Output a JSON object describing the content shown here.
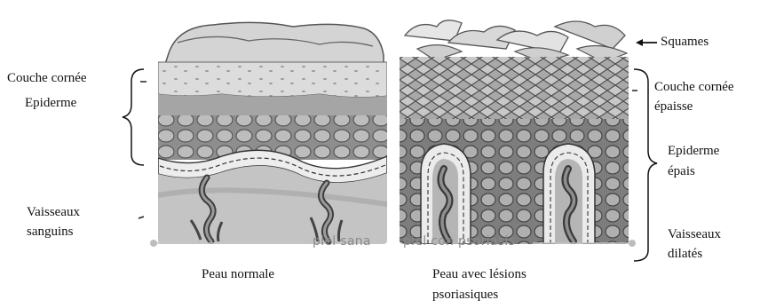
{
  "panels": {
    "normal": {
      "caption": "piel sana",
      "title_line1": "Peau normale"
    },
    "psoriasis": {
      "caption": "piel con psoriasis",
      "title_line1": "Peau avec lésions",
      "title_line2": "psoriasiques"
    }
  },
  "left_labels": {
    "couche_cornee": "Couche cornée",
    "epiderme": "Epiderme",
    "vaisseaux_line1": "Vaisseaux",
    "vaisseaux_line2": "sanguins"
  },
  "right_labels": {
    "squames": "Squames",
    "couche_epaisse_line1": "Couche cornée",
    "couche_epaisse_line2": "épaisse",
    "epiderme_epais_line1": "Epiderme",
    "epiderme_epais_line2": "épais",
    "vaisseaux_dilates_line1": "Vaisseaux",
    "vaisseaux_dilates_line2": "dilatés"
  },
  "colors": {
    "ink": "#111111",
    "caption_gray": "#8a8a8a",
    "skin_dark": "#6d6d6d",
    "skin_mid": "#a9a9a9",
    "skin_light": "#d9d9d9"
  }
}
